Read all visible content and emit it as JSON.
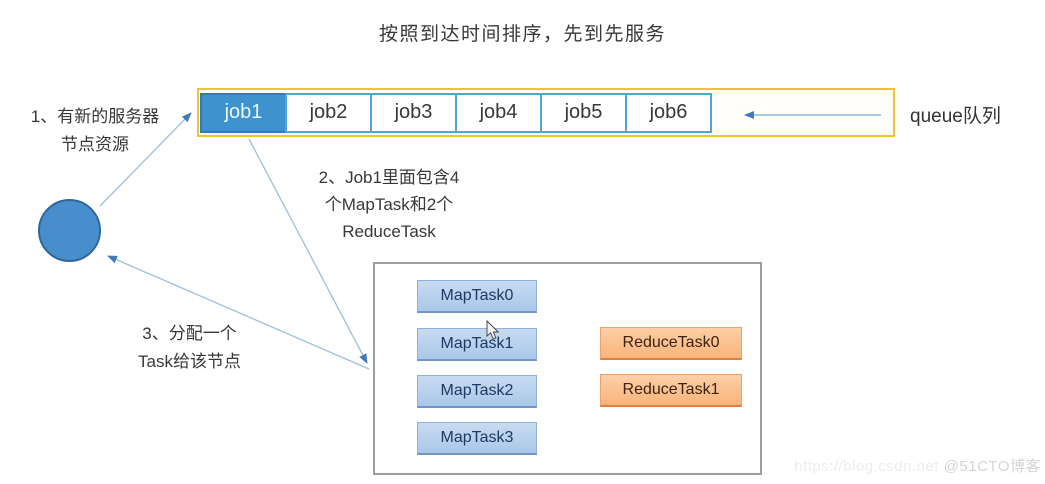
{
  "title": "按照到达时间排序，先到先服务",
  "queue": {
    "label": "queue队列",
    "jobs": [
      "job1",
      "job2",
      "job3",
      "job4",
      "job5",
      "job6"
    ]
  },
  "annotations": {
    "step1": {
      "line1": "1、有新的服务器",
      "line2": "节点资源"
    },
    "step2": {
      "line1": "2、Job1里面包含4",
      "line2": "个MapTask和2个",
      "line3": "ReduceTask"
    },
    "step3": {
      "line1": "3、分配一个",
      "line2": "Task给该节点"
    }
  },
  "tasks": {
    "map": [
      "MapTask0",
      "MapTask1",
      "MapTask2",
      "MapTask3"
    ],
    "reduce": [
      "ReduceTask0",
      "ReduceTask1"
    ]
  },
  "watermark": {
    "url": "https://blog.csdn.net",
    "badge": "@51CTO博客"
  },
  "colors": {
    "queue_border": "#F1C232",
    "active_job_fill": "#3E92CE",
    "job_border": "#4EA6DA",
    "node_circle_fill": "#478FCC",
    "map_task_fill": "#AECBEA",
    "reduce_task_fill": "#FBC193",
    "arrow_head": "#4178BE",
    "arrow_line": "#A3C2E0"
  }
}
